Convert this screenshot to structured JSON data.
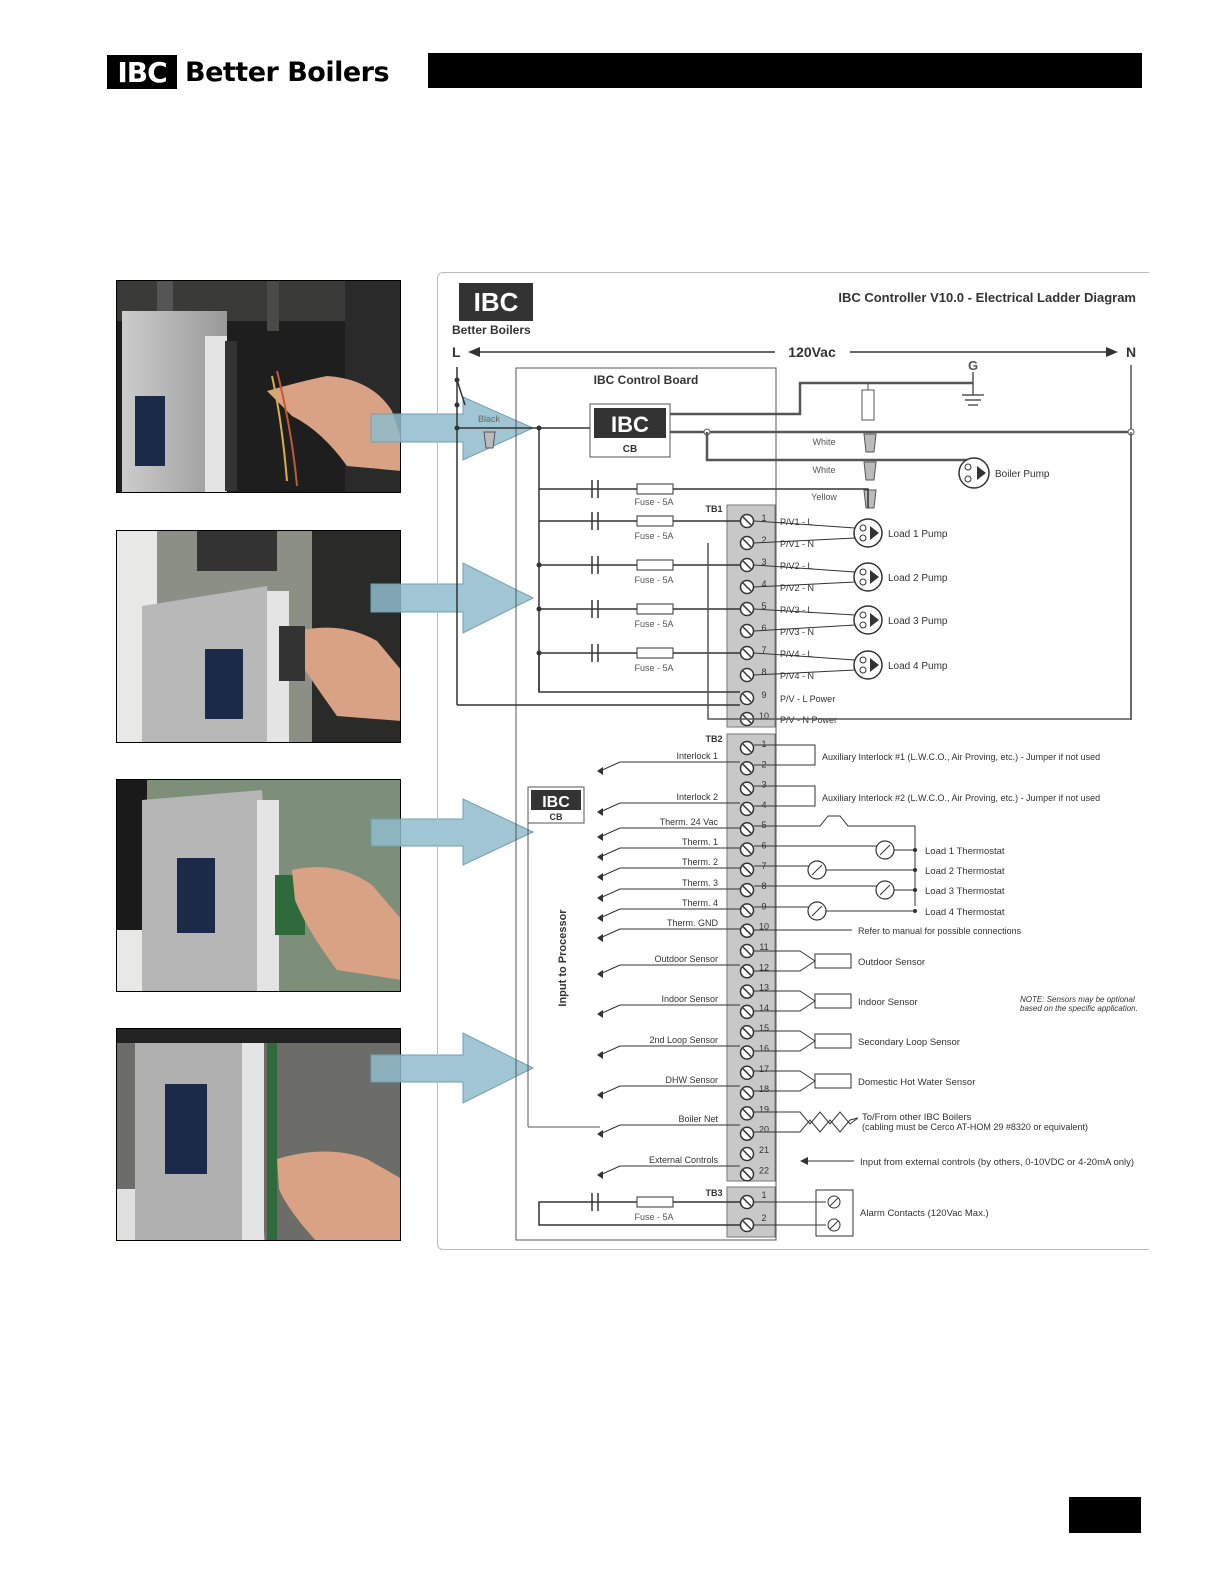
{
  "header": {
    "logo_mark": "IBC",
    "logo_text": "Better Boilers"
  },
  "diagram": {
    "logo_mark": "IBC",
    "logo_text": "Better Boilers",
    "title": "IBC Controller V10.0 - Electrical Ladder Diagram",
    "line_label": "L",
    "voltage_label": "120Vac",
    "neutral_label": "N",
    "ground_label": "G",
    "board_label": "IBC Control Board",
    "cb_mark": "IBC",
    "cb_label": "CB",
    "black_label": "Black",
    "wire_labels": [
      "White",
      "White",
      "Yellow"
    ],
    "boiler_pump": "Boiler Pump",
    "fuse_label": "Fuse - 5A",
    "tb1": {
      "label": "TB1",
      "terminals": [
        {
          "n": "1",
          "label": "P/V1 - L"
        },
        {
          "n": "2",
          "label": "P/V1 - N"
        },
        {
          "n": "3",
          "label": "P/V2 - L"
        },
        {
          "n": "4",
          "label": "P/V2 - N"
        },
        {
          "n": "5",
          "label": "P/V3 - L"
        },
        {
          "n": "6",
          "label": "P/V3 - N"
        },
        {
          "n": "7",
          "label": "P/V4 - L"
        },
        {
          "n": "8",
          "label": "P/V4 - N"
        },
        {
          "n": "9",
          "label": "P/V - L  Power"
        },
        {
          "n": "10",
          "label": "P/V - N  Power"
        }
      ],
      "pumps": [
        "Load 1 Pump",
        "Load 2 Pump",
        "Load 3 Pump",
        "Load 4 Pump"
      ]
    },
    "tb2": {
      "label": "TB2",
      "terminals": [
        "1",
        "2",
        "3",
        "4",
        "5",
        "6",
        "7",
        "8",
        "9",
        "10",
        "11",
        "12",
        "13",
        "14",
        "15",
        "16",
        "17",
        "18",
        "19",
        "20",
        "21",
        "22"
      ],
      "inputs": [
        {
          "label": "Interlock 1"
        },
        {
          "label": "Interlock 2"
        },
        {
          "label": "Therm. 24 Vac"
        },
        {
          "label": "Therm. 1"
        },
        {
          "label": "Therm. 2"
        },
        {
          "label": "Therm. 3"
        },
        {
          "label": "Therm. 4"
        },
        {
          "label": "Therm. GND"
        },
        {
          "label": "Outdoor Sensor"
        },
        {
          "label": "Indoor Sensor"
        },
        {
          "label": "2nd Loop Sensor"
        },
        {
          "label": "DHW Sensor"
        },
        {
          "label": "Boiler Net"
        },
        {
          "label": "External Controls"
        }
      ],
      "interlock_notes": [
        "Auxiliary Interlock #1 (L.W.C.O., Air Proving, etc.) - Jumper if not used",
        "Auxiliary Interlock #2 (L.W.C.O., Air Proving, etc.) - Jumper if not used"
      ],
      "thermostats": [
        "Load 1 Thermostat",
        "Load 2 Thermostat",
        "Load 3 Thermostat",
        "Load 4 Thermostat"
      ],
      "gnd_note": "Refer to manual for possible connections",
      "sensors": [
        "Outdoor Sensor",
        "Indoor Sensor",
        "Secondary Loop Sensor",
        "Domestic Hot Water Sensor"
      ],
      "sensor_note_1": "NOTE: Sensors may be optional",
      "sensor_note_2": "based on the specific application.",
      "boiler_net_1": "To/From other IBC Boilers",
      "boiler_net_2": "(cabling must be Cerco AT-HOM 29 #8320 or equivalent)",
      "external_note": "Input from external controls (by others, 0-10VDC or 4-20mA only)",
      "processor_label": "Input to Processor",
      "cb_mark": "IBC",
      "cb_label": "CB"
    },
    "tb3": {
      "label": "TB3",
      "terminals": [
        "1",
        "2"
      ],
      "alarm": "Alarm Contacts (120Vac Max.)"
    }
  }
}
